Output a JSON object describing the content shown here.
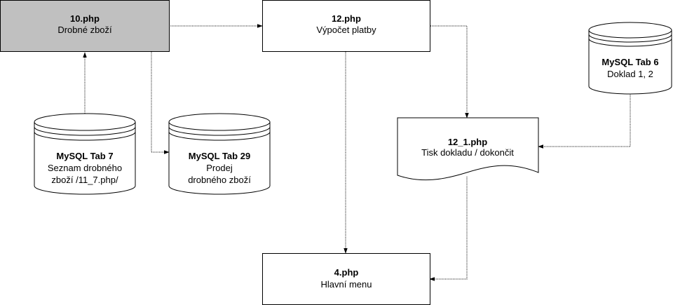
{
  "nodes": {
    "n10": {
      "title": "10.php",
      "line1": "Drobné zboží",
      "fill": "#c0c0c0"
    },
    "n12": {
      "title": "12.php",
      "line1": "Výpočet platby",
      "fill": "#ffffff"
    },
    "tab6": {
      "title": "MySQL Tab 6",
      "line1": "Doklad 1, 2"
    },
    "tab7": {
      "title": "MySQL Tab 7",
      "line1": "Seznam drobného",
      "line2": "zboží /11_7.php/"
    },
    "tab29": {
      "title": "MySQL Tab 29",
      "line1": "Prodej",
      "line2": "drobného zboží"
    },
    "n12_1": {
      "title": "12_1.php",
      "line1": "Tisk dokladu / dokončit"
    },
    "n4": {
      "title": "4.php",
      "line1": "Hlavní menu",
      "fill": "#ffffff"
    }
  },
  "colors": {
    "stroke": "#000000",
    "process_fill": "#c0c0c0"
  }
}
